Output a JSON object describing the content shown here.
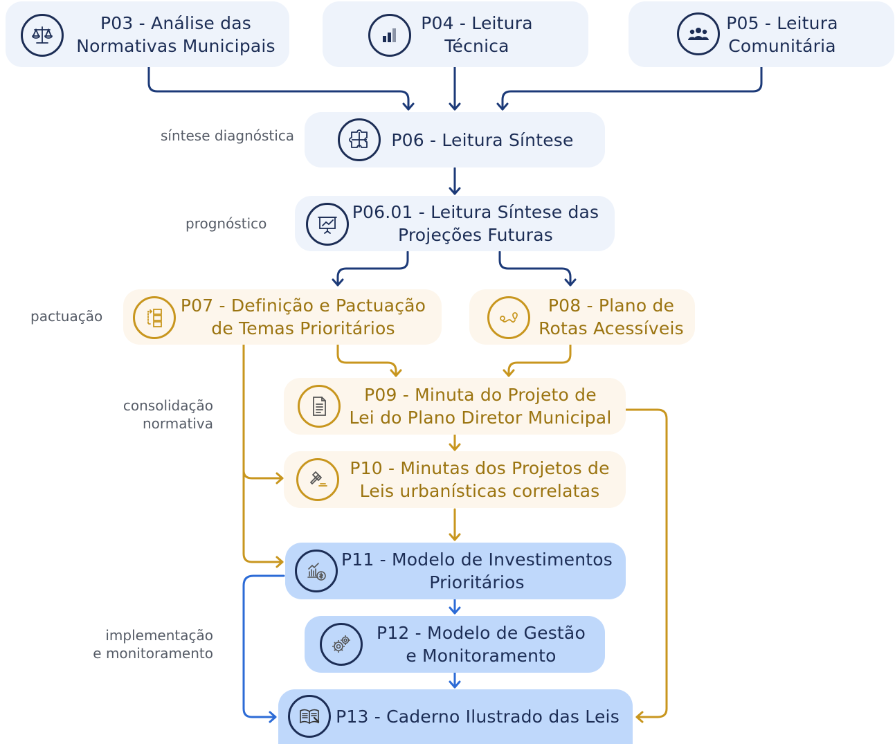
{
  "colors": {
    "navy": "#1c3a78",
    "gold": "#c8961e",
    "blue": "#2c6bd6"
  },
  "nodes": {
    "p03": {
      "lines": [
        "P03 - Análise das",
        "Normativas Municipais"
      ],
      "icon": "scales-icon"
    },
    "p04": {
      "lines": [
        "P04 - Leitura",
        "Técnica"
      ],
      "icon": "bar-chart-icon"
    },
    "p05": {
      "lines": [
        "P05 - Leitura",
        "Comunitária"
      ],
      "icon": "people-icon"
    },
    "p06": {
      "lines": [
        "P06 - Leitura Síntese"
      ],
      "icon": "puzzle-icon"
    },
    "p0601": {
      "lines": [
        "P06.01 - Leitura Síntese das",
        "Projeções Futuras"
      ],
      "icon": "presentation-chart-icon"
    },
    "p07": {
      "lines": [
        "P07 - Definição e Pactuação",
        "de Temas Prioritários"
      ],
      "icon": "flow-list-icon"
    },
    "p08": {
      "lines": [
        "P08 - Plano de",
        "Rotas Acessíveis"
      ],
      "icon": "route-icon"
    },
    "p09": {
      "lines": [
        "P09 - Minuta do Projeto de",
        "Lei do Plano Diretor Municipal"
      ],
      "icon": "document-icon"
    },
    "p10": {
      "lines": [
        "P10 - Minutas dos Projetos de",
        "Leis urbanísticas correlatas"
      ],
      "icon": "gavel-icon"
    },
    "p11": {
      "lines": [
        "P11 - Modelo de Investimentos",
        "Prioritários"
      ],
      "icon": "investment-icon"
    },
    "p12": {
      "lines": [
        "P12 - Modelo de Gestão",
        "e Monitoramento"
      ],
      "icon": "gears-icon"
    },
    "p13": {
      "lines": [
        "P13 - Caderno Ilustrado das Leis"
      ],
      "icon": "book-icon"
    }
  },
  "phases": {
    "sintese": [
      "síntese diagnóstica"
    ],
    "prognostico": [
      "prognóstico"
    ],
    "pactuacao": [
      "pactuação"
    ],
    "consolidacao": [
      "consolidação",
      "normativa"
    ],
    "implementacao": [
      "implementação",
      "e monitoramento"
    ]
  }
}
